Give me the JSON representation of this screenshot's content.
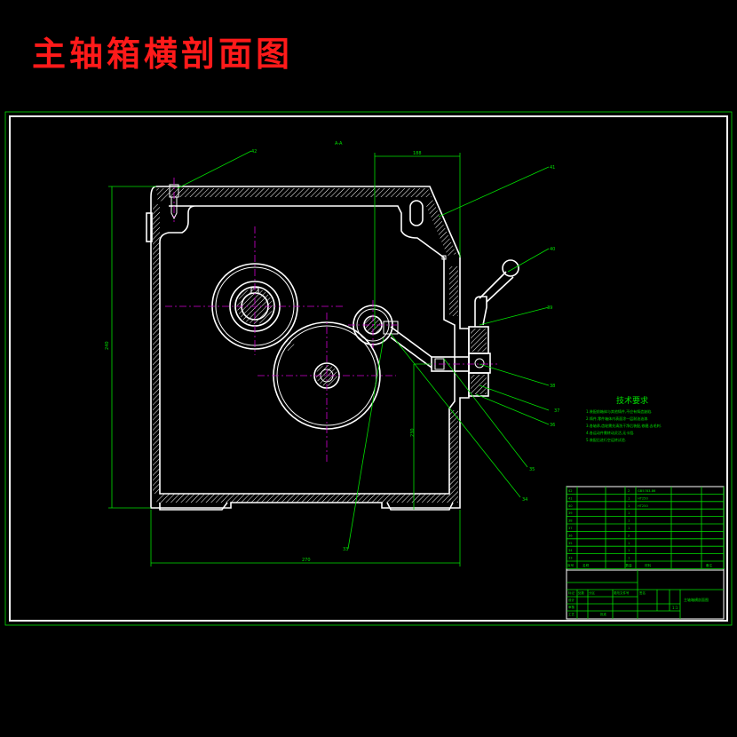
{
  "title": "主轴箱横剖面图",
  "section_label": "A-A",
  "dimensions": {
    "top_width": "188",
    "left_height": "240",
    "inner_height": "230",
    "bottom_width": "270"
  },
  "callouts": [
    "42",
    "41",
    "40",
    "39",
    "38",
    "37",
    "36",
    "35",
    "34",
    "33"
  ],
  "tech_requirements": {
    "heading": "技术要求",
    "items": [
      "1.装配前箱体与其他铸件,不应有铸造缺陷.",
      "2.铸件,零件箱体内表面涂一层耐油油漆.",
      "3.各轴承,齿轮需先清洗干净后装配,修磨,去毛刺.",
      "4.各运动件需转动灵活,无卡阻.",
      "5.装配后进行空运转试验."
    ]
  },
  "parts_table": {
    "rows": [
      {
        "no": "42",
        "name": "",
        "qty": "2",
        "material": "GB5783-86"
      },
      {
        "no": "41",
        "name": "",
        "qty": "1",
        "material": "HT250"
      },
      {
        "no": "40",
        "name": "",
        "qty": "1",
        "material": "HT250"
      },
      {
        "no": "39",
        "name": "",
        "qty": "1",
        "material": ""
      },
      {
        "no": "38",
        "name": "",
        "qty": "1",
        "material": ""
      },
      {
        "no": "37",
        "name": "",
        "qty": "1",
        "material": ""
      },
      {
        "no": "36",
        "name": "",
        "qty": "2",
        "material": ""
      },
      {
        "no": "35",
        "name": "",
        "qty": "1",
        "material": ""
      },
      {
        "no": "34",
        "name": "",
        "qty": "1",
        "material": ""
      },
      {
        "no": "33",
        "name": "",
        "qty": "1",
        "material": ""
      }
    ],
    "header": {
      "no": "序号",
      "name": "名称",
      "qty": "数量",
      "material": "材料",
      "remark": "备注"
    }
  },
  "title_block": {
    "drawing_name": "主轴箱横剖面图",
    "drawing_no": "",
    "scale": "1:1",
    "role_cells": [
      "标记",
      "处数",
      "分区",
      "更改文件号",
      "签名",
      "设计",
      "审核",
      "工艺",
      "批准"
    ]
  },
  "colors": {
    "background": "#000000",
    "line": "#ffffff",
    "dimension": "#00e000",
    "centerline": "#d000d0",
    "title": "#ff1a1a"
  }
}
